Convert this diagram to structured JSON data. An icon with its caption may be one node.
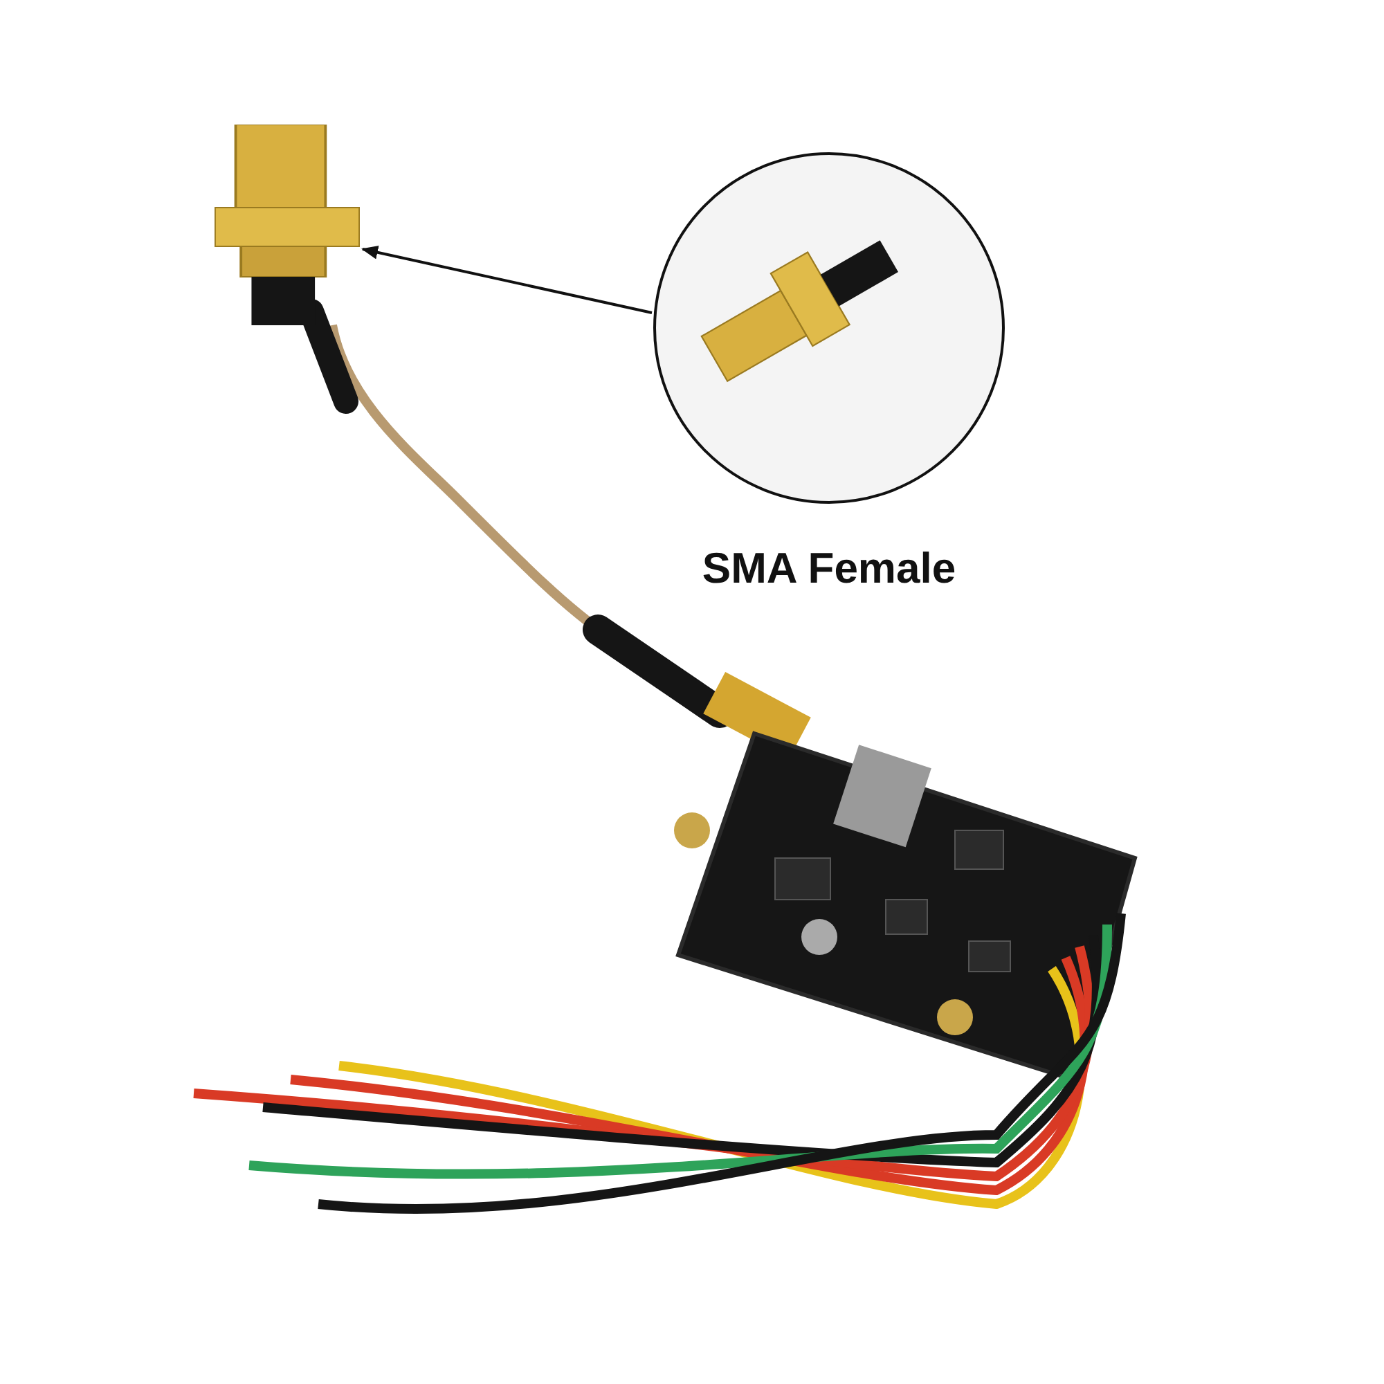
{
  "diagram": {
    "nodes": [
      {
        "text": [],
        "shape": "picture"
      },
      {
        "text": [
          "SMA Female"
        ]
      }
    ],
    "edges": [
      {
        "from": 1,
        "to": 0,
        "arrow": "to"
      }
    ]
  }
}
